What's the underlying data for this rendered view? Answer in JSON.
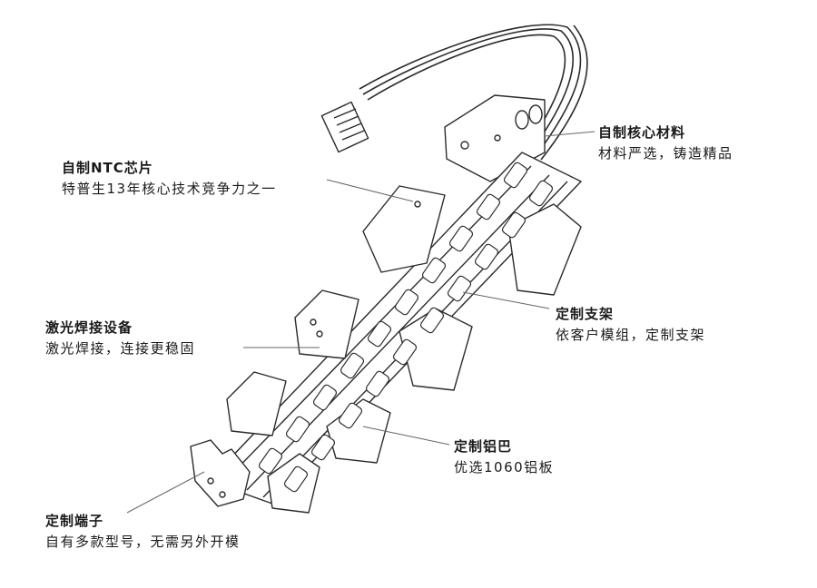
{
  "callouts": {
    "ntc_chip": {
      "title": "自制NTC芯片",
      "desc": "特普生13年核心技术竞争力之一"
    },
    "core_material": {
      "title": "自制核心材料",
      "desc": "材料严选，铸造精品"
    },
    "custom_bracket": {
      "title": "定制支架",
      "desc": "依客户模组，定制支架"
    },
    "laser_welding": {
      "title": "激光焊接设备",
      "desc": "激光焊接，连接更稳固"
    },
    "custom_aluminum_bar": {
      "title": "定制铝巴",
      "desc": "优选1060铝板"
    },
    "custom_terminal": {
      "title": "定制端子",
      "desc": "自有多款型号，无需另外开模"
    }
  },
  "colors": {
    "line": "#2b2b2b",
    "leader": "#666666",
    "text": "#1a1a1a"
  }
}
